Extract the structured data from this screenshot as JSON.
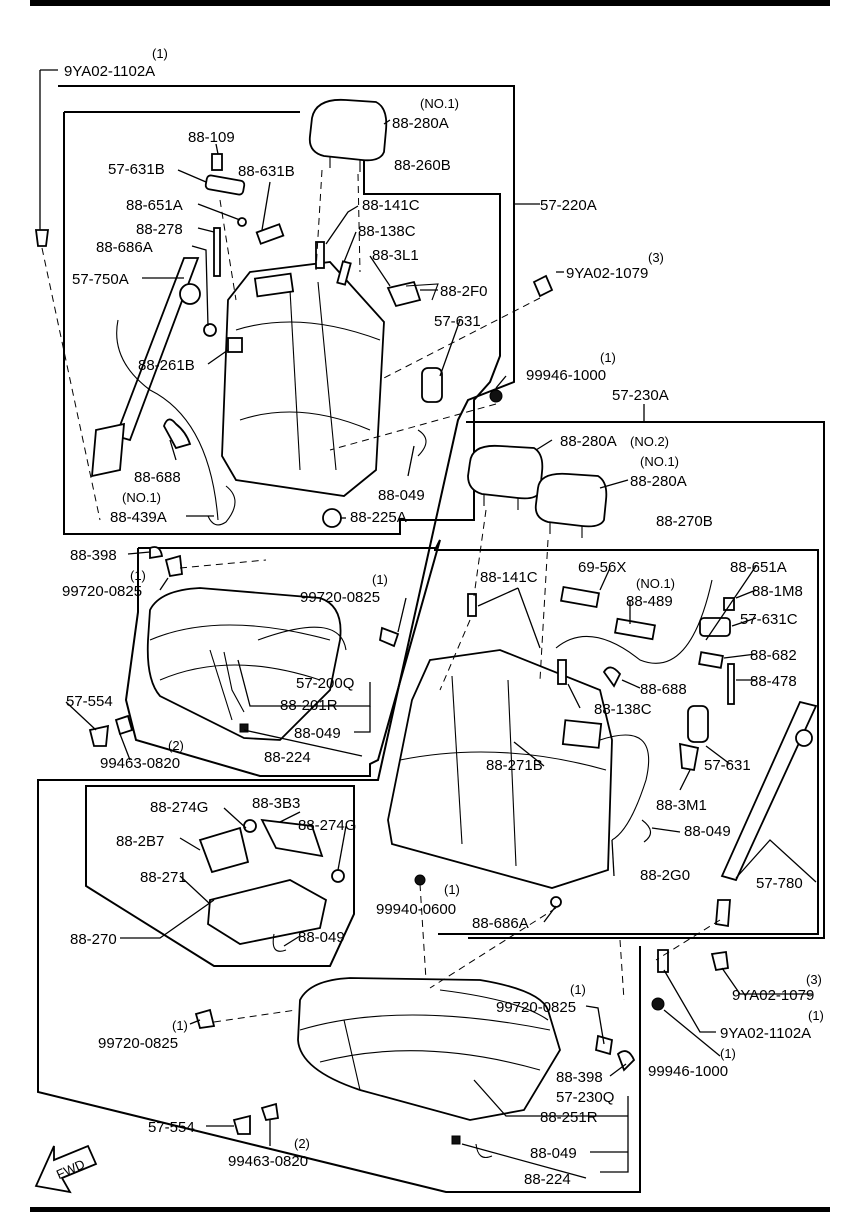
{
  "callouts": {
    "p9ya02_1102a_top": "9YA02-1102A",
    "q9ya02_1102a_top": "(1)",
    "no1_a": "(NO.1)",
    "p88_280a_top": "88-280A",
    "p88_109": "88-109",
    "p57_631b": "57-631B",
    "p88_631b": "88-631B",
    "p88_260b": "88-260B",
    "p57_220a": "57-220A",
    "p88_651a_top": "88-651A",
    "p88_141c_top": "88-141C",
    "p88_278": "88-278",
    "p88_138c_top": "88-138C",
    "p88_686a_top": "88-686A",
    "p88_3l1": "88-3L1",
    "p57_750a": "57-750A",
    "q9ya02_1079_top": "(3)",
    "p9ya02_1079_top": "9YA02-1079",
    "p88_2f0": "88-2F0",
    "p57_631_top": "57-631",
    "p88_261b": "88-261B",
    "q99946_1000_top": "(1)",
    "p99946_1000_top": "99946-1000",
    "p57_230a": "57-230A",
    "p88_688_top": "88-688",
    "p88_049_a": "88-049",
    "no1_b": "(NO.1)",
    "p88_439a": "88-439A",
    "p88_225a": "88-225A",
    "p88_280a_no2": "88-280A",
    "no2": "(NO.2)",
    "no1_c": "(NO.1)",
    "p88_280a_right": "88-280A",
    "p88_270b": "88-270B",
    "p88_398_top": "88-398",
    "q99720_0825_a": "(1)",
    "p99720_0825_a": "99720-0825",
    "q99720_0825_b": "(1)",
    "p99720_0825_b": "99720-0825",
    "p88_141c_right": "88-141C",
    "p69_56x": "69-56X",
    "p88_651a_right": "88-651A",
    "no1_d": "(NO.1)",
    "p88_489": "88-489",
    "p88_1m8": "88-1M8",
    "p57_631c": "57-631C",
    "p88_682": "88-682",
    "p88_688_right": "88-688",
    "p88_478": "88-478",
    "p57_554_top": "57-554",
    "p57_200q": "57-200Q",
    "p88_201r": "88-201R",
    "p88_138c_right": "88-138C",
    "p88_049_b": "88-049",
    "p88_224_top": "88-224",
    "q99463_0820_a": "(2)",
    "p99463_0820_a": "99463-0820",
    "p88_271b": "88-271B",
    "p57_631_right": "57-631",
    "p88_3m1": "88-3M1",
    "p88_274g_a": "88-274G",
    "p88_3b3": "88-3B3",
    "p88_274g_b": "88-274G",
    "p88_2b7": "88-2B7",
    "p88_049_c": "88-049",
    "p88_2g0": "88-2G0",
    "p57_780": "57-780",
    "p88_271": "88-271",
    "q99940_0600": "(1)",
    "p99940_0600": "99940-0600",
    "p88_686a_right": "88-686A",
    "p88_270": "88-270",
    "p88_049_d": "88-049",
    "q9ya02_1079_bottom": "(3)",
    "p9ya02_1079_bottom": "9YA02-1079",
    "q9ya02_1102a_bottom": "(1)",
    "p9ya02_1102a_bottom": "9YA02-1102A",
    "q99720_0825_c": "(1)",
    "p99720_0825_c": "99720-0825",
    "q99720_0825_d": "(1)",
    "p99720_0825_d": "99720-0825",
    "q99946_1000_bottom": "(1)",
    "p99946_1000_bottom": "99946-1000",
    "p88_398_bottom": "88-398",
    "p57_230q": "57-230Q",
    "p88_251r": "88-251R",
    "p57_554_bottom": "57-554",
    "p88_049_e": "88-049",
    "q99463_0820_b": "(2)",
    "p99463_0820_b": "99463-0820",
    "p88_224_bottom": "88-224",
    "fwd": "FWD"
  }
}
